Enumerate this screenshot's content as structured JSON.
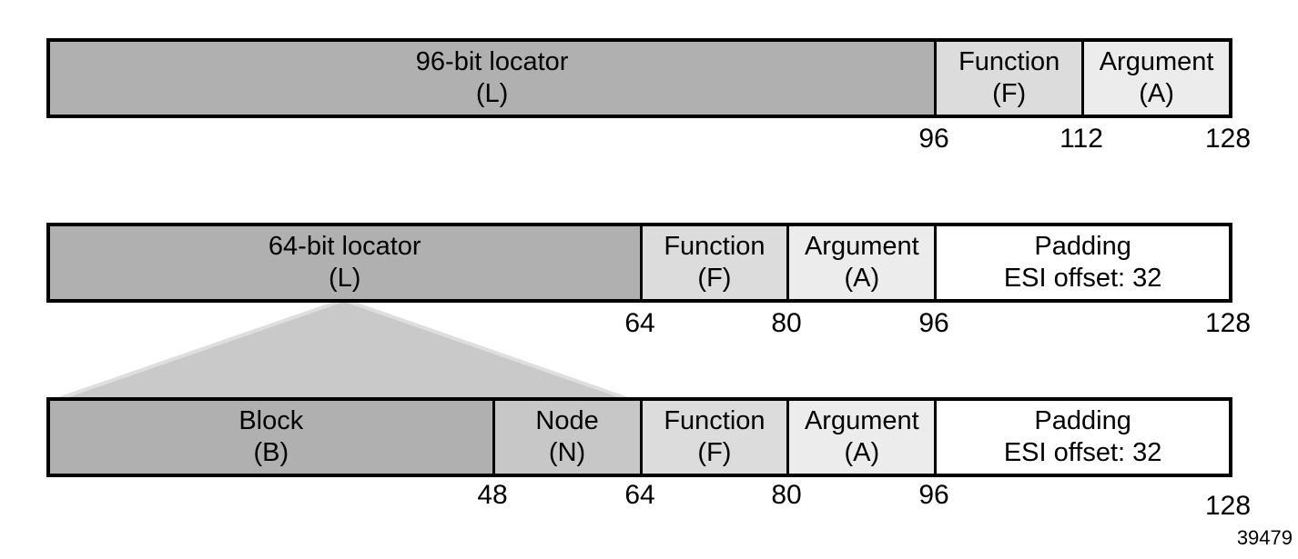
{
  "colors": {
    "locator": "#b0b0b0",
    "block": "#b0b0b0",
    "node": "#c7c7c7",
    "function": "#dcdcdc",
    "argument": "#ececec",
    "padding": "#ffffff",
    "connector_fill": "#c9c9c9",
    "connector_edge": "#dedede",
    "border": "#000000"
  },
  "figure_number": "39479",
  "bars": [
    {
      "fields": [
        {
          "line1": "96-bit locator",
          "line2": "(L)"
        },
        {
          "line1": "Function",
          "line2": "(F)"
        },
        {
          "line1": "Argument",
          "line2": "(A)"
        }
      ],
      "ticks": [
        "96",
        "112",
        "128"
      ]
    },
    {
      "fields": [
        {
          "line1": "64-bit locator",
          "line2": "(L)"
        },
        {
          "line1": "Function",
          "line2": "(F)"
        },
        {
          "line1": "Argument",
          "line2": "(A)"
        },
        {
          "line1": "Padding",
          "line2": "ESI offset: 32"
        }
      ],
      "ticks": [
        "64",
        "80",
        "96",
        "128"
      ]
    },
    {
      "fields": [
        {
          "line1": "Block",
          "line2": "(B)"
        },
        {
          "line1": "Node",
          "line2": "(N)"
        },
        {
          "line1": "Function",
          "line2": "(F)"
        },
        {
          "line1": "Argument",
          "line2": "(A)"
        },
        {
          "line1": "Padding",
          "line2": "ESI offset: 32"
        }
      ],
      "ticks": [
        "48",
        "64",
        "80",
        "96",
        "128"
      ]
    }
  ]
}
